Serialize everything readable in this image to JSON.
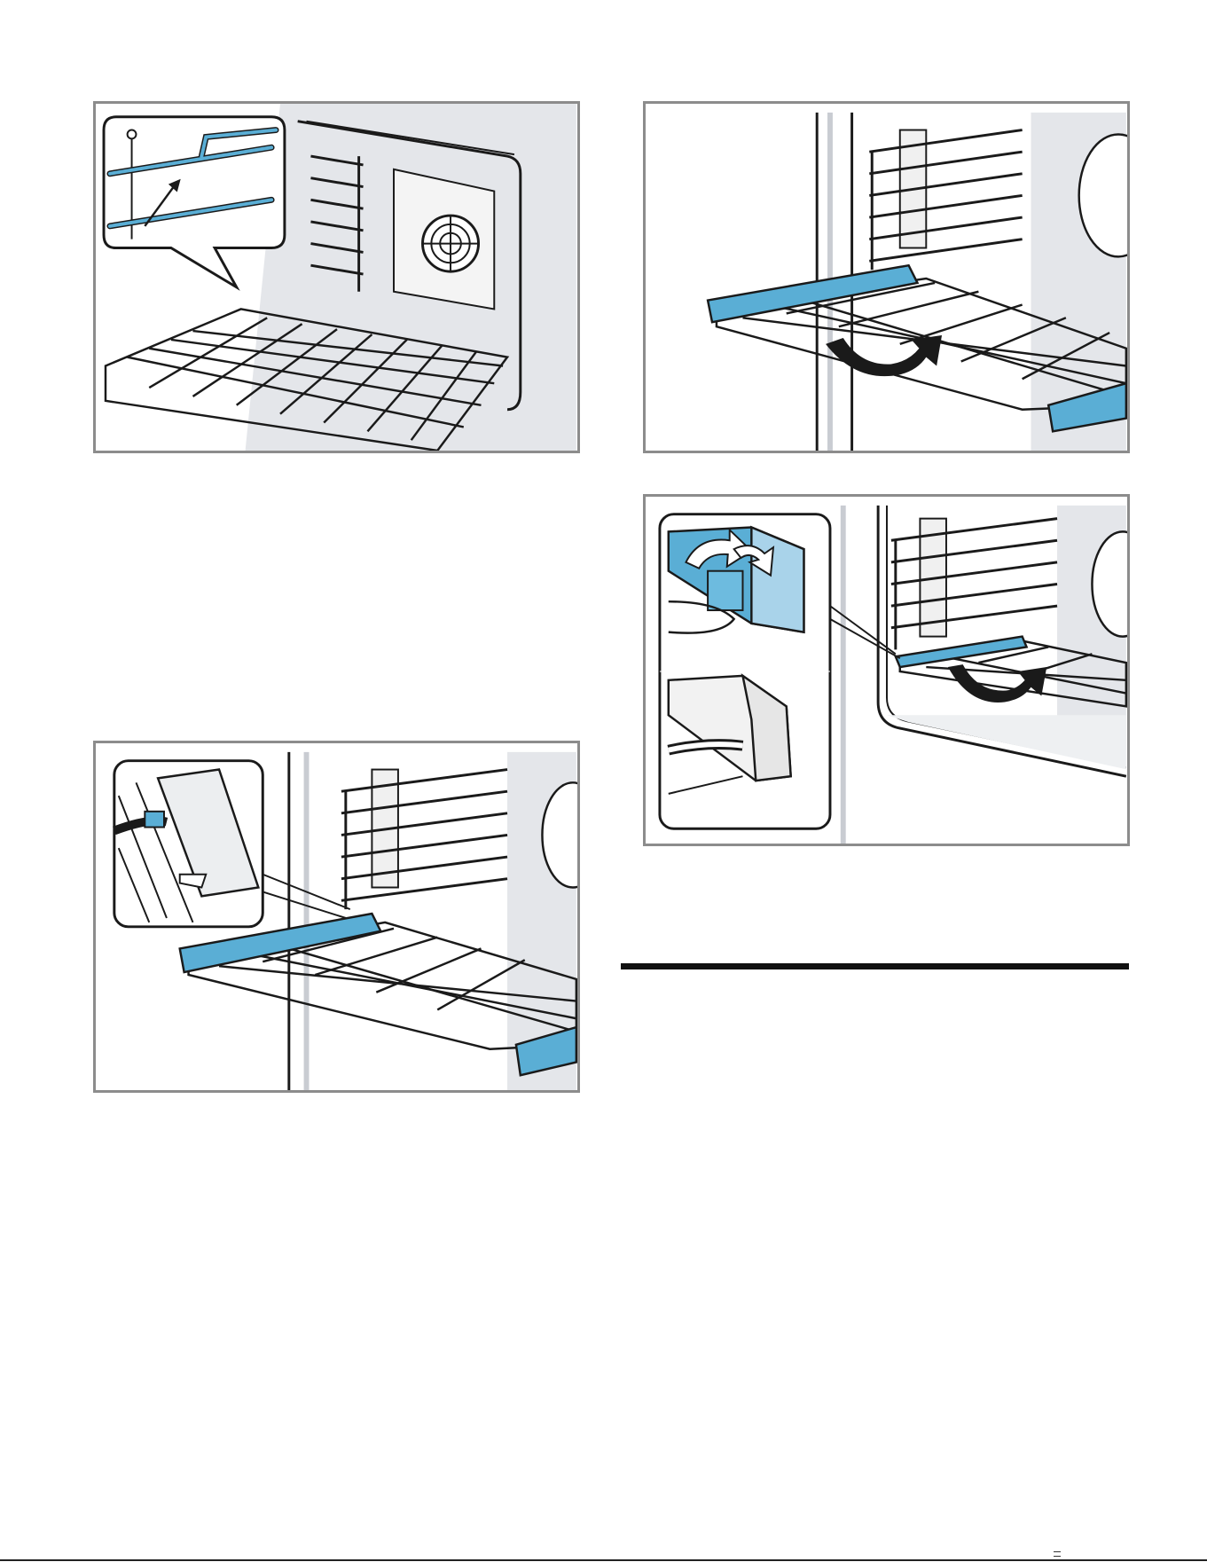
{
  "figures": [
    {
      "id": "fig1",
      "label": "wire-rack-hook-insert",
      "colors": {
        "accent": "#5aaed5",
        "outline": "#1a1a1a",
        "wall": "#e4e6ea"
      }
    },
    {
      "id": "fig2",
      "label": "telescopic-rack-rotate-in",
      "colors": {
        "accent": "#5aaed5",
        "outline": "#1a1a1a",
        "wall": "#e4e6ea"
      }
    },
    {
      "id": "fig3",
      "label": "telescopic-rack-clip-detail",
      "colors": {
        "accent": "#5aaed5",
        "outline": "#1a1a1a",
        "wall": "#e4e6ea"
      }
    },
    {
      "id": "fig4",
      "label": "telescopic-rack-clip-rotate",
      "colors": {
        "accent": "#5aaed5",
        "outline": "#1a1a1a",
        "wall": "#e4e6ea"
      }
    }
  ],
  "section_rule": {
    "color": "#111111"
  }
}
